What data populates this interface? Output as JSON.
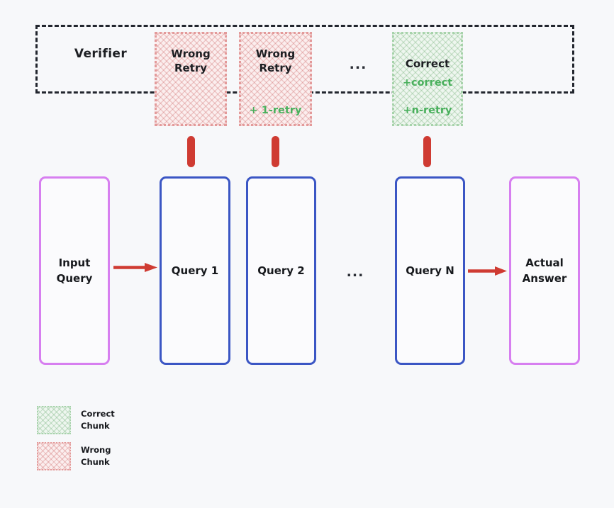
{
  "diagram": {
    "background_color": "#f7f8fa",
    "verifier": {
      "label": "Verifier",
      "ellipsis": "...",
      "chunks": [
        {
          "id": "wrong-retry-1",
          "kind": "wrong",
          "title": "Wrong\nRetry",
          "sub": "",
          "retry": ""
        },
        {
          "id": "wrong-retry-2",
          "kind": "wrong",
          "title": "Wrong\nRetry",
          "sub": "",
          "retry": "+ 1-retry"
        },
        {
          "id": "correct",
          "kind": "correct",
          "title": "Correct",
          "sub": "+correct",
          "retry": "+n-retry"
        }
      ]
    },
    "pipeline": {
      "ellipsis": "...",
      "nodes": [
        {
          "id": "input-query",
          "label": "Input\nQuery",
          "border_color": "#d77ff0"
        },
        {
          "id": "query-1",
          "label": "Query 1",
          "border_color": "#3b56c4"
        },
        {
          "id": "query-2",
          "label": "Query 2",
          "border_color": "#3b56c4"
        },
        {
          "id": "query-n",
          "label": "Query N",
          "border_color": "#3b56c4"
        },
        {
          "id": "actual-answer",
          "label": "Actual\nAnswer",
          "border_color": "#d77ff0"
        }
      ],
      "arrow_color": "#cf3b32"
    },
    "legend": {
      "items": [
        {
          "id": "correct-chunk",
          "label": "Correct\nChunk",
          "color": "#6caa72"
        },
        {
          "id": "wrong-chunk",
          "label": "Wrong\nChunk",
          "color": "#ce6a6a"
        }
      ]
    },
    "colors": {
      "verifier_border": "#22262e",
      "wrong_chunk": "#ce6a6a",
      "correct_chunk": "#6caa72",
      "retry_text": "#49b05c",
      "blue_node": "#3b56c4",
      "purple_node": "#d77ff0",
      "arrow_red": "#cf3b32"
    }
  }
}
